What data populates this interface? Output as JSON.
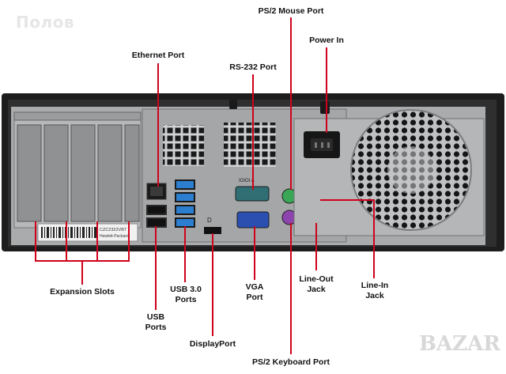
{
  "watermark_top": "Полов",
  "watermark_bottom": "BAZAR",
  "chassis_text": {
    "sticker": "CZC2322VB7",
    "sticker_sub": "Hewlett-Packard",
    "serial_port_mark": "IOIOI A",
    "displayport_mark": "D"
  },
  "labels": {
    "ps2_mouse": "PS/2 Mouse Port",
    "power_in": "Power In",
    "ethernet": "Ethernet Port",
    "rs232": "RS-232 Port",
    "expansion_slots": "Expansion Slots",
    "usb30_line1": "USB 3.0",
    "usb30_line2": "Ports",
    "usb_line1": "USB",
    "usb_line2": "Ports",
    "vga_line1": "VGA",
    "vga_line2": "Port",
    "lineout_line1": "Line-Out",
    "lineout_line2": "Jack",
    "linein_line1": "Line-In",
    "linein_line2": "Jack",
    "displayport": "DisplayPort",
    "ps2_keyboard": "PS/2 Keyboard Port"
  },
  "colors": {
    "leader": "#d0021b",
    "chassis": "#2a2a2a",
    "panel": "#a7a9ab",
    "usb3_blue": "#2c7fd0",
    "vga_blue": "#2a4fb0",
    "ps2_mouse": "#3aa757",
    "ps2_keyboard": "#8e44ad",
    "line_out": "#7dbb3a",
    "line_in": "#3b8fd6"
  }
}
